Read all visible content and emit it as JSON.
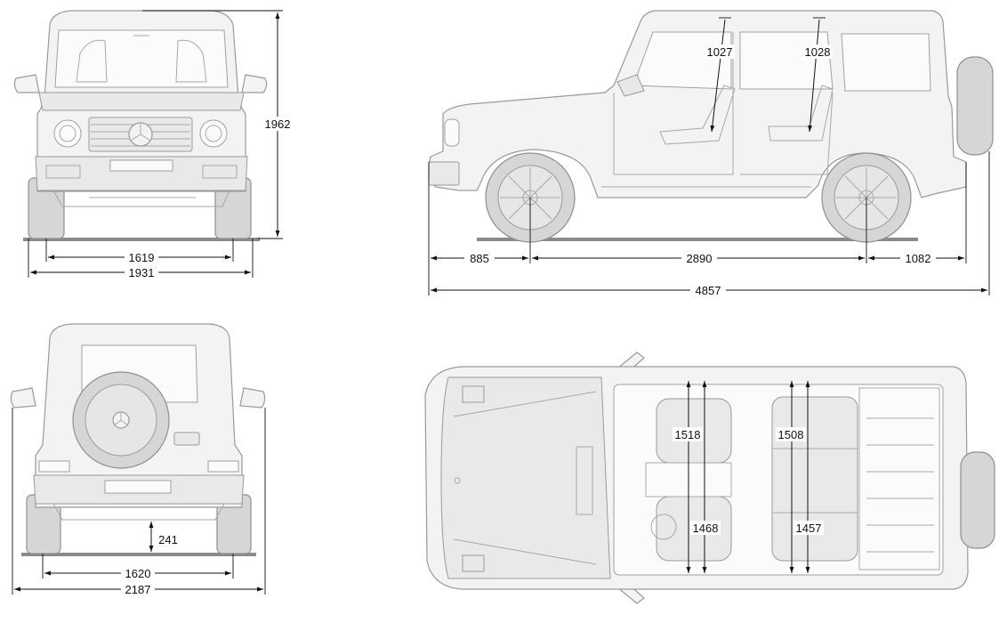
{
  "dimensions": {
    "front_view": {
      "height": "1962",
      "track_front": "1619",
      "width": "1931"
    },
    "side_view": {
      "front_headroom": "1027",
      "rear_headroom": "1028",
      "front_overhang": "885",
      "wheelbase": "2890",
      "rear_overhang": "1082",
      "overall_length": "4857"
    },
    "rear_view": {
      "ground_clearance": "241",
      "track_rear": "1620",
      "width_with_mirrors": "2187"
    },
    "top_view": {
      "front_shoulder_width": "1518",
      "rear_shoulder_width": "1508",
      "front_hip_width": "1468",
      "rear_hip_width": "1457"
    }
  },
  "colors": {
    "line": "#111111",
    "vehicle_stroke": "#9a9a9a",
    "vehicle_fill": "#f3f3f3"
  }
}
